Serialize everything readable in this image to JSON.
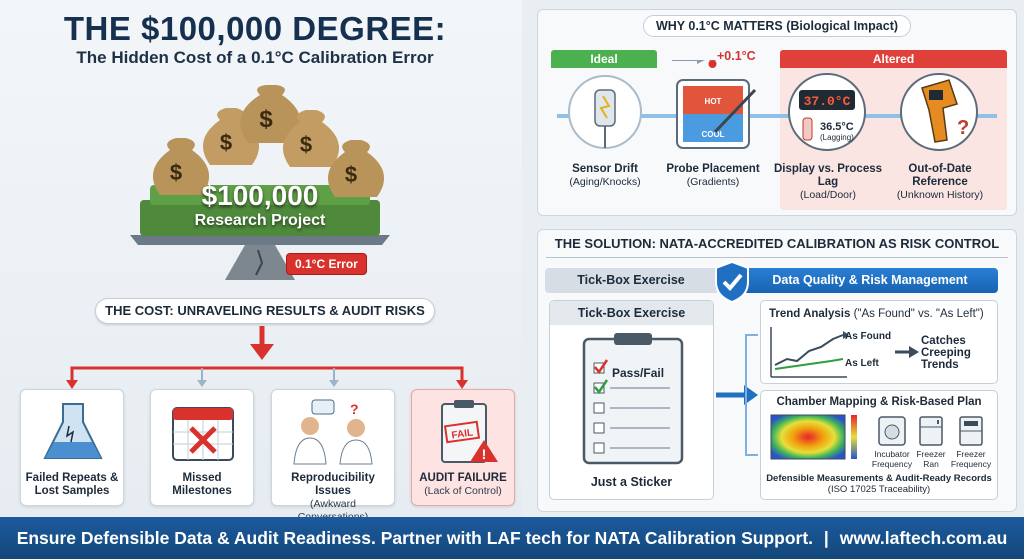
{
  "header": {
    "title": "THE $100,000 DEGREE:",
    "subtitle": "The Hidden Cost of a 0.1°C Calibration Error"
  },
  "project": {
    "amount": "$100,000",
    "name": "Research Project",
    "error_badge": "0.1°C Error"
  },
  "cost": {
    "banner": "THE COST: UNRAVELING RESULTS & AUDIT RISKS",
    "items": [
      {
        "label": "Failed Repeats & Lost Samples",
        "sub": ""
      },
      {
        "label": "Missed Milestones",
        "sub": ""
      },
      {
        "label": "Reproducibility Issues",
        "sub": "(Awkward Conversations)"
      },
      {
        "label": "AUDIT FAILURE",
        "sub": "(Lack of Control)",
        "icon_text": "FAIL"
      }
    ]
  },
  "why": {
    "heading": "WHY 0.1°C MATTERS (Biological Impact)",
    "ideal": "Ideal",
    "altered": "Altered",
    "delta": "+0.1°C",
    "probe_hot": "HOT",
    "probe_cool": "COOL",
    "display_reading": "37.0°C",
    "lag_reading": "36.5°C",
    "lag_note": "(Lagging)",
    "factors": [
      {
        "label": "Sensor Drift",
        "sub": "(Aging/Knocks)"
      },
      {
        "label": "Probe Placement",
        "sub": "(Gradients)"
      },
      {
        "label": "Display vs. Process Lag",
        "sub": "(Load/Door)"
      },
      {
        "label": "Out-of-Date Reference",
        "sub": "(Unknown History)"
      }
    ]
  },
  "solution": {
    "heading": "THE SOLUTION: NATA-ACCREDITED CALIBRATION AS RISK CONTROL",
    "tab_left": "Tick-Box Exercise",
    "tab_right": "Data Quality & Risk Management",
    "tickbox": {
      "title": "Tick-Box Exercise",
      "passfail": "Pass/Fail",
      "sticker": "Just a Sticker"
    },
    "trend": {
      "title_bold": "Trend Analysis",
      "title_rest": "(\"As Found\" vs. \"As Left\")",
      "as_found": "As Found",
      "as_left": "As Left",
      "catches": "Catches Creeping Trends"
    },
    "mapping": {
      "title": "Chamber Mapping & Risk-Based Plan",
      "devices": [
        {
          "name": "Incubator",
          "freq": "Frequency"
        },
        {
          "name": "Freezer",
          "freq": "Ran"
        },
        {
          "name": "Freezer",
          "freq": "Frequency"
        }
      ],
      "foot": "Defensible Measurements & Audit-Ready Records",
      "foot_sub": "(ISO 17025 Traceability)"
    }
  },
  "footer": {
    "text": "Ensure Defensible Data & Audit Readiness. Partner with LAF tech for NATA Calibration Support.",
    "sep": "|",
    "url": "www.laftech.com.au"
  },
  "colors": {
    "accent_blue": "#1763b3",
    "alert_red": "#d9322c",
    "ideal_green": "#4caf50",
    "navy": "#16314f"
  }
}
